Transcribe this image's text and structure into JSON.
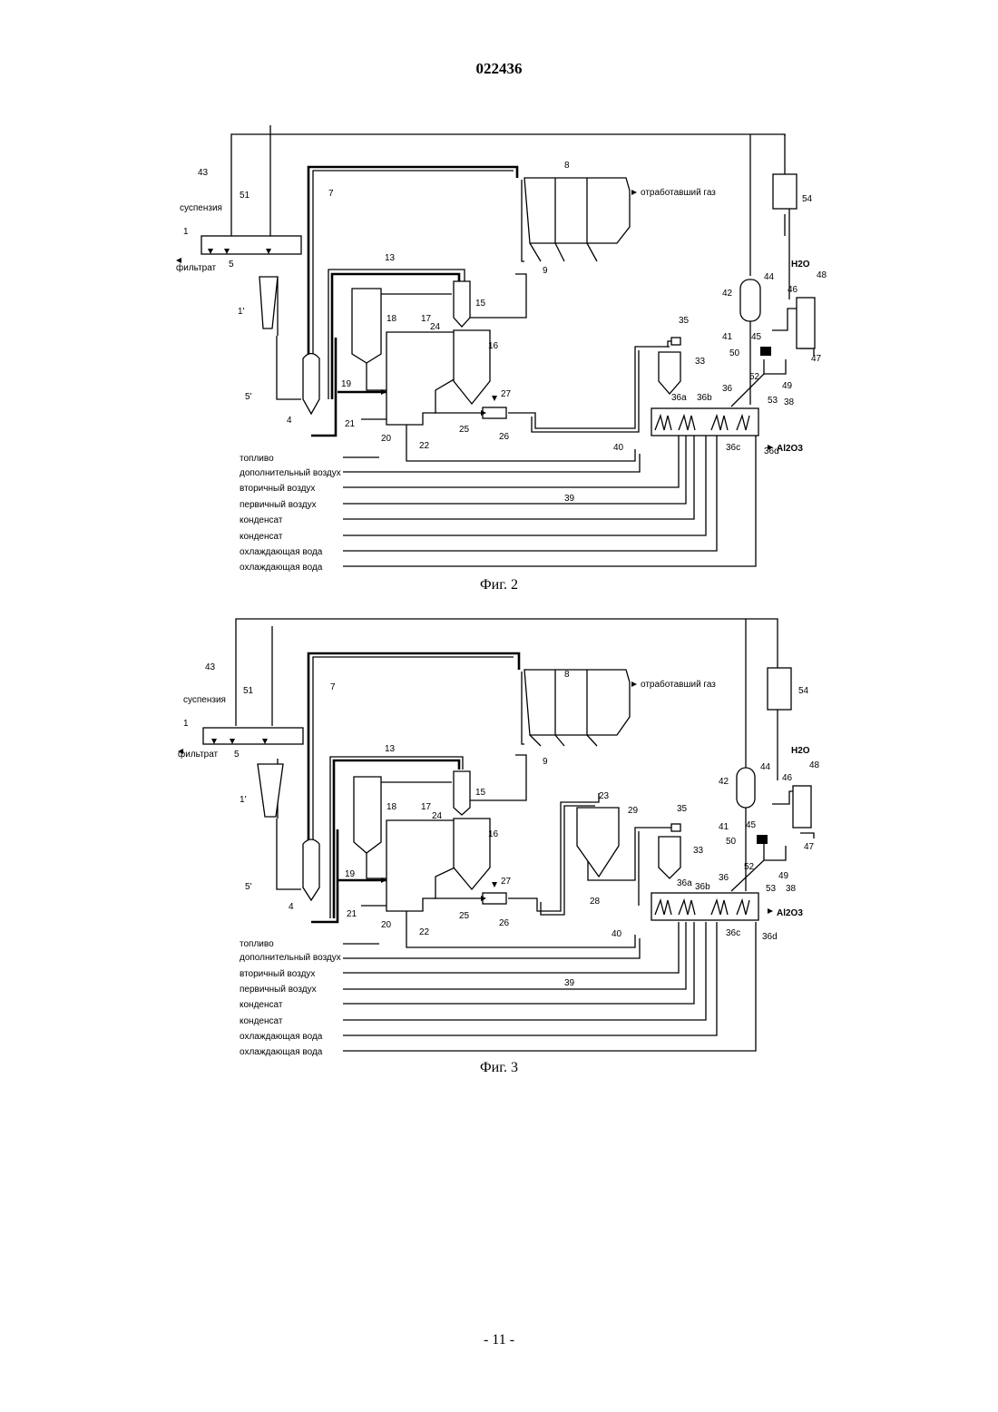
{
  "header": {
    "doc_number": "022436"
  },
  "footer": {
    "page_number": "- 11 -"
  },
  "figures": [
    {
      "caption": "Фиг. 2",
      "inputs": {
        "suspension": "суспензия",
        "filtrate": "фильтрат",
        "exhaust_gas": "отработавший газ",
        "water": "H2O",
        "product": "Al2O3"
      },
      "stream_labels": [
        "топливо",
        "дополнительный воздух",
        "вторичный воздух",
        "первичный воздух",
        "конденсат",
        "конденсат",
        "охлаждающая вода",
        "охлаждающая вода"
      ],
      "numbers": [
        "1",
        "1'",
        "4",
        "5",
        "5'",
        "7",
        "8",
        "9",
        "13",
        "15",
        "16",
        "17",
        "18",
        "19",
        "20",
        "21",
        "22",
        "24",
        "25",
        "26",
        "27",
        "33",
        "35",
        "36",
        "36a",
        "36b",
        "36c",
        "36d",
        "38",
        "39",
        "40",
        "41",
        "42",
        "43",
        "44",
        "45",
        "46",
        "47",
        "48",
        "49",
        "50",
        "51",
        "52",
        "53",
        "54"
      ]
    },
    {
      "caption": "Фиг. 3",
      "inputs": {
        "suspension": "суспензия",
        "filtrate": "фильтрат",
        "exhaust_gas": "отработавший газ",
        "water": "H2O",
        "product": "Al2O3"
      },
      "stream_labels": [
        "топливо",
        "дополнительный воздух",
        "вторичный воздух",
        "первичный воздух",
        "конденсат",
        "конденсат",
        "охлаждающая вода",
        "охлаждающая вода"
      ],
      "numbers": [
        "1",
        "1'",
        "4",
        "5",
        "5'",
        "7",
        "8",
        "9",
        "13",
        "15",
        "16",
        "17",
        "18",
        "19",
        "20",
        "21",
        "22",
        "23",
        "24",
        "25",
        "26",
        "27",
        "28",
        "29",
        "33",
        "35",
        "36",
        "36a",
        "36b",
        "36c",
        "36d",
        "38",
        "39",
        "40",
        "41",
        "42",
        "43",
        "44",
        "45",
        "46",
        "47",
        "48",
        "49",
        "50",
        "51",
        "52",
        "53",
        "54"
      ]
    }
  ]
}
